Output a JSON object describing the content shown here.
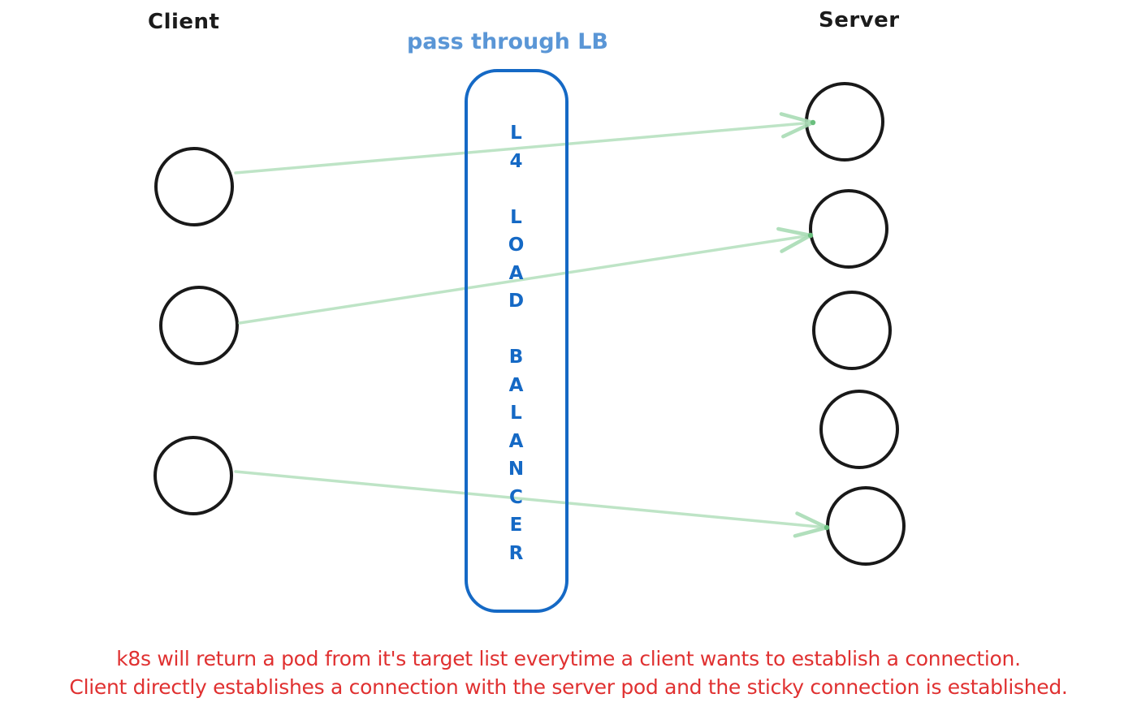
{
  "diagram": {
    "client_label": "Client",
    "server_label": "Server",
    "lb": {
      "caption": "pass through LB",
      "vertical_text": "L\n4\n\nL\nO\nA\nD\n\nB\nA\nL\nA\nN\nC\nE\nR",
      "vertical_text_meaning": "L4 LOAD BALANCER"
    },
    "nodes": {
      "client_count": 3,
      "server_count": 5
    },
    "connections": [
      {
        "from": "client-1",
        "to": "server-1"
      },
      {
        "from": "client-2",
        "to": "server-2"
      },
      {
        "from": "client-3",
        "to": "server-5"
      }
    ],
    "note": {
      "line1": "k8s will return a pod from it's target list everytime a client wants to establish a connection.",
      "line2": "Client directly establishes a connection with the server pod and the sticky connection is established."
    },
    "colors": {
      "lb_border_blue": "#1569c5",
      "lb_caption_blue": "#5a96d6",
      "arrow_green": "#b7e2c0",
      "arrow_tip_green": "#6abf7e",
      "node_stroke_black": "#191919",
      "note_red": "#e03131"
    }
  }
}
